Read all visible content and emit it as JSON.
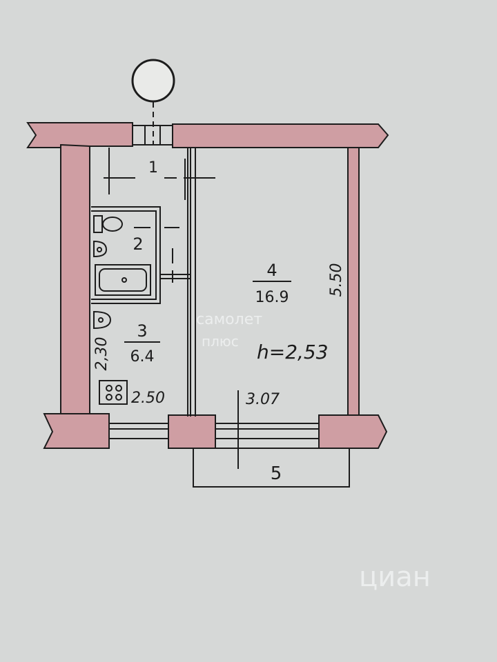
{
  "colors": {
    "background": "#d6d8d7",
    "wall_fill": "#cf9ea3",
    "line": "#1c1c1c",
    "watermark": "#eceeee"
  },
  "compass": {
    "label": ""
  },
  "rooms": [
    {
      "number": "1"
    },
    {
      "number": "2"
    },
    {
      "number": "3",
      "area": "6.4"
    },
    {
      "number": "4",
      "area": "16.9"
    },
    {
      "number": "5"
    }
  ],
  "dimensions": {
    "kitchen_height": "2,30",
    "kitchen_width": "2.50",
    "room_length": "5.50",
    "room_width": "3.07",
    "ceiling_height": "h=2,53"
  },
  "watermarks": {
    "samolet_line1": "самолет",
    "samolet_line2": "плюс",
    "cian": "циан"
  }
}
